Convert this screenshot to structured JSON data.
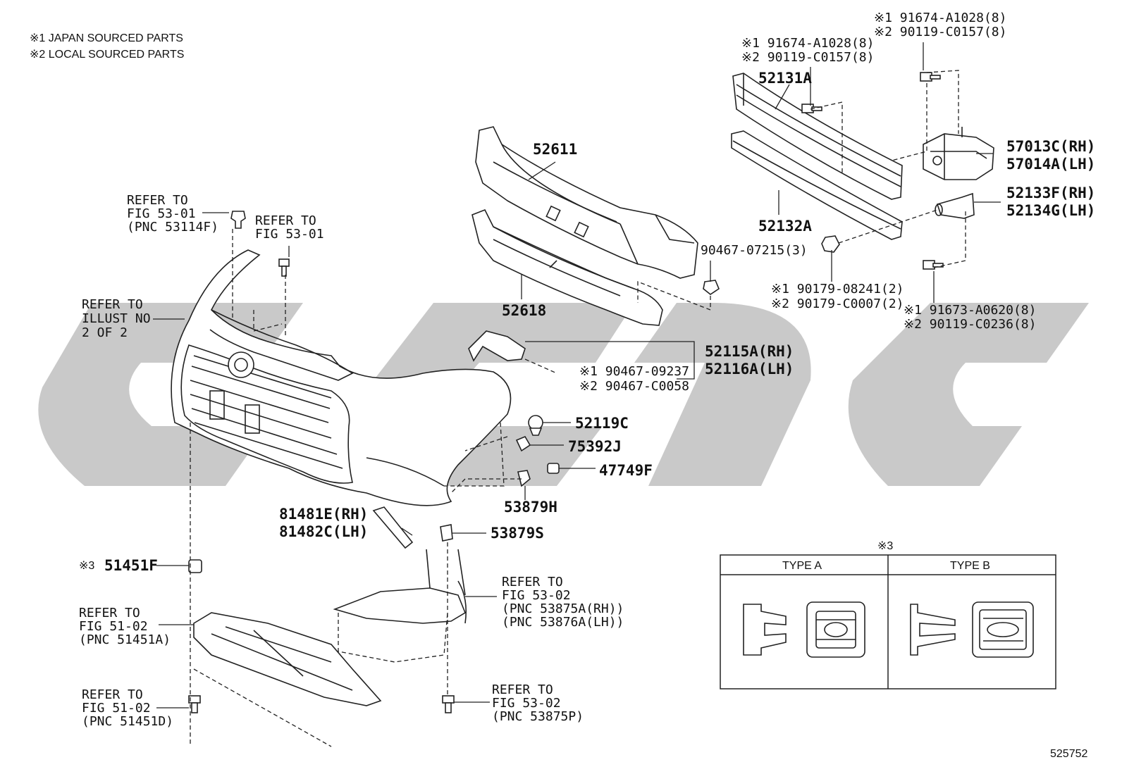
{
  "notes": {
    "note1": "※1 JAPAN SOURCED PARTS",
    "note2": "※2 LOCAL SOURCED PARTS"
  },
  "labels": {
    "refer_53_01_a_l1": "REFER TO",
    "refer_53_01_a_l2": "FIG 53-01",
    "refer_53_01_a_l3": "(PNC 53114F)",
    "refer_53_01_b_l1": "REFER TO",
    "refer_53_01_b_l2": "FIG 53-01",
    "refer_illust_l1": "REFER TO",
    "refer_illust_l2": "ILLUST NO",
    "refer_illust_l3": "2 OF 2",
    "p52611": "52611",
    "p52618": "52618",
    "p52131A": "52131A",
    "p52132A": "52132A",
    "p57013C": "57013C(RH)",
    "p57014A": "57014A(LH)",
    "p52133F": "52133F(RH)",
    "p52134G": "52134G(LH)",
    "bolt_top_r_1": "※1 91674-A1028(8)",
    "bolt_top_r_2": "※2 90119-C0157(8)",
    "bolt_top_l_1": "※1 91674-A1028(8)",
    "bolt_top_l_2": "※2 90119-C0157(8)",
    "p90467_07215": "90467-07215(3)",
    "nut_1": "※1 90179-08241(2)",
    "nut_2": "※2 90179-C0007(2)",
    "bolt_low_1": "※1 91673-A0620(8)",
    "bolt_low_2": "※2 90119-C0236(8)",
    "p52115A": "52115A(RH)",
    "p52116A": "52116A(LH)",
    "clip_1": "※1 90467-09237",
    "clip_2": "※2 90467-C0058",
    "p52119C": "52119C",
    "p75392J": "75392J",
    "p47749F": "47749F",
    "p53879H": "53879H",
    "p81481E": "81481E(RH)",
    "p81482C": "81482C(LH)",
    "p53879S": "53879S",
    "p51451F_mark": "※3",
    "p51451F": "51451F",
    "refer_51_02_a_l1": "REFER TO",
    "refer_51_02_a_l2": "FIG 51-02",
    "refer_51_02_a_l3": "(PNC 51451A)",
    "refer_53_02_a_l1": "REFER TO",
    "refer_53_02_a_l2": "FIG 53-02",
    "refer_53_02_a_l3": "(PNC 53875A(RH))",
    "refer_53_02_a_l4": "(PNC 53876A(LH))",
    "refer_51_02_b_l1": "REFER TO",
    "refer_51_02_b_l2": "FIG 51-02",
    "refer_51_02_b_l3": "(PNC 51451D)",
    "refer_53_02_b_l1": "REFER TO",
    "refer_53_02_b_l2": "FIG 53-02",
    "refer_53_02_b_l3": "(PNC 53875P)",
    "diagram_id": "525752"
  },
  "type_table": {
    "mark": "※3",
    "type_a": "TYPE A",
    "type_b": "TYPE B"
  }
}
